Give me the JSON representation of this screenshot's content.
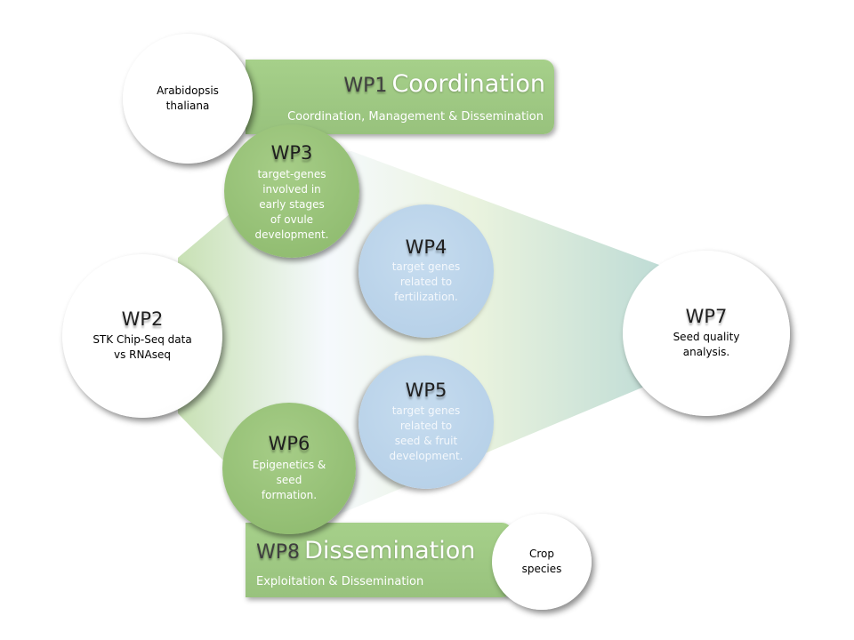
{
  "wp1": {
    "code": "WP1",
    "title": "Coordination",
    "subtitle": "Coordination, Management & Dissemination"
  },
  "wp8": {
    "code": "WP8",
    "title": "Dissemination",
    "subtitle": "Exploitation & Dissemination"
  },
  "arabidopsis": {
    "line1": "Arabidopsis",
    "line2": "thaliana"
  },
  "crop": {
    "line1": "Crop",
    "line2": "species"
  },
  "wp2": {
    "code": "WP2",
    "line1": "STK Chip-Seq data",
    "line2": "vs RNAseq"
  },
  "wp3": {
    "code": "WP3",
    "line1": "target-genes",
    "line2": "involved in",
    "line3": "early stages",
    "line4": "of ovule",
    "line5": "development."
  },
  "wp4": {
    "code": "WP4",
    "line1": "target genes",
    "line2": "related to",
    "line3": "fertilization."
  },
  "wp5": {
    "code": "WP5",
    "line1": "target genes",
    "line2": "related to",
    "line3": "seed & fruit",
    "line4": "development."
  },
  "wp6": {
    "code": "WP6",
    "line1": "Epigenetics &",
    "line2": "seed",
    "line3": "formation."
  },
  "wp7": {
    "code": "WP7",
    "line1": "Seed quality",
    "line2": "analysis."
  }
}
